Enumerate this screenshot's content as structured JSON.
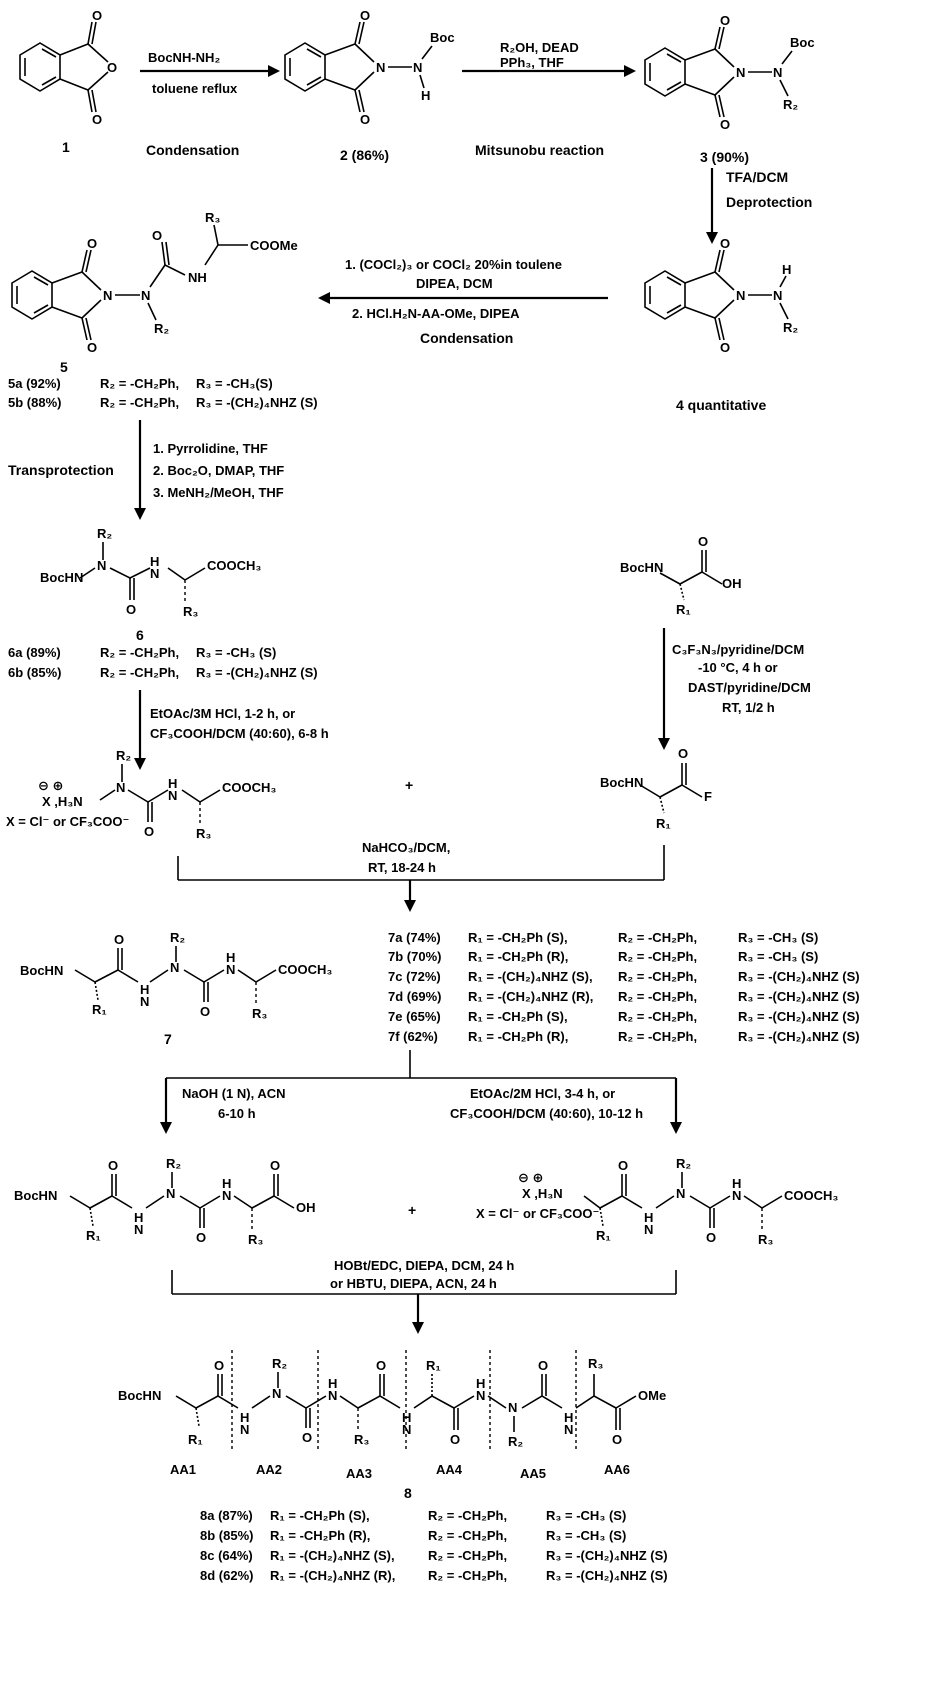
{
  "compounds": {
    "c1": "1",
    "c2": "2  (86%)",
    "c3": "3  (90%)",
    "c4": "4 quantitative",
    "c5": "5",
    "c6": "6",
    "c7": "7",
    "c8": "8"
  },
  "steps": {
    "s1_top": "BocNH-NH₂",
    "s1_bottom": "toluene reflux",
    "s1_name": "Condensation",
    "s2_top1": "R₂OH, DEAD",
    "s2_top2": "PPh₃, THF",
    "s2_name": "Mitsunobu reaction",
    "s3_line1": "TFA/DCM",
    "s3_line2": "Deprotection",
    "s4_line1": "1. (COCl₂)₃ or COCl₂ 20%in toulene",
    "s4_line2": "DIPEA, DCM",
    "s4_line3": "2. HCl.H₂N-AA-OMe, DIPEA",
    "s4_line4": "Condensation",
    "s5_name": "Transprotection",
    "s5_line1": "1. Pyrrolidine, THF",
    "s5_line2": "2. Boc₂O, DMAP, THF",
    "s5_line3": "3. MeNH₂/MeOH, THF",
    "s6_line1": "EtOAc/3M HCl, 1-2 h, or",
    "s6_line2": "CF₃COOH/DCM (40:60), 6-8 h",
    "s7_line1": "C₃F₃N₃/pyridine/DCM",
    "s7_line2": "-10 °C, 4 h     or",
    "s7_line3": "DAST/pyridine/DCM",
    "s7_line4": "RT, 1/2 h",
    "s8_line1": "NaHCO₃/DCM,",
    "s8_line2": "RT, 18-24 h",
    "s9_line1": "NaOH (1 N), ACN",
    "s9_line2": "6-10 h",
    "s10_line1": "EtOAc/2M HCl, 3-4 h, or",
    "s10_line2": "CF₃COOH/DCM (40:60), 10-12 h",
    "s11_line1": "HOBt/EDC, DIEPA, DCM, 24 h",
    "s11_line2": "or HBTU, DIEPA, ACN, 24 h",
    "plus": "+"
  },
  "table5": [
    {
      "id": "5a  (92%)",
      "r2": "R₂ = -CH₂Ph,",
      "r3": "R₃ = -CH₃(S)"
    },
    {
      "id": "5b  (88%)",
      "r2": "R₂ = -CH₂Ph,",
      "r3": "R₃ = -(CH₂)₄NHZ (S)"
    }
  ],
  "table6": [
    {
      "id": "6a  (89%)",
      "r2": "R₂ = -CH₂Ph,",
      "r3": "R₃ = -CH₃ (S)"
    },
    {
      "id": "6b  (85%)",
      "r2": "R₂ = -CH₂Ph,",
      "r3": "R₃ = -(CH₂)₄NHZ (S)"
    }
  ],
  "table7": [
    {
      "id": "7a  (74%)",
      "r1": "R₁ = -CH₂Ph (S),",
      "r2": "R₂ = -CH₂Ph,",
      "r3": "R₃ = -CH₃ (S)"
    },
    {
      "id": "7b  (70%)",
      "r1": "R₁ = -CH₂Ph (R),",
      "r2": "R₂ = -CH₂Ph,",
      "r3": "R₃ = -CH₃ (S)"
    },
    {
      "id": "7c  (72%)",
      "r1": "R₁ = -(CH₂)₄NHZ (S),",
      "r2": "R₂ = -CH₂Ph,",
      "r3": "R₃ = -(CH₂)₄NHZ (S)"
    },
    {
      "id": "7d  (69%)",
      "r1": "R₁ = -(CH₂)₄NHZ (R),",
      "r2": "R₂ = -CH₂Ph,",
      "r3": "R₃ = -(CH₂)₄NHZ (S)"
    },
    {
      "id": "7e  (65%)",
      "r1": "R₁ = -CH₂Ph (S),",
      "r2": "R₂ = -CH₂Ph,",
      "r3": "R₃ = -(CH₂)₄NHZ (S)"
    },
    {
      "id": "7f  (62%)",
      "r1": "R₁ = -CH₂Ph (R),",
      "r2": "R₂ = -CH₂Ph,",
      "r3": "R₃ = -(CH₂)₄NHZ (S)"
    }
  ],
  "table8": [
    {
      "id": "8a (87%)",
      "r1": "R₁ = -CH₂Ph (S),",
      "r2": "R₂ = -CH₂Ph,",
      "r3": "R₃ = -CH₃ (S)"
    },
    {
      "id": "8b (85%)",
      "r1": "R₁ = -CH₂Ph (R),",
      "r2": "R₂ = -CH₂Ph,",
      "r3": "R₃ = -CH₃ (S)"
    },
    {
      "id": "8c (64%)",
      "r1": "R₁ = -(CH₂)₄NHZ (S),",
      "r2": "R₂ = -CH₂Ph,",
      "r3": "R₃ = -(CH₂)₄NHZ (S)"
    },
    {
      "id": "8d (62%)",
      "r1": "R₁ = -(CH₂)₄NHZ (R),",
      "r2": "R₂ = -CH₂Ph,",
      "r3": "R₃ = -(CH₂)₄NHZ (S)"
    }
  ],
  "residues": [
    "AA1",
    "AA2",
    "AA3",
    "AA4",
    "AA5",
    "AA6"
  ],
  "atoms": {
    "O": "O",
    "N": "N",
    "H": "H",
    "NH": "NH",
    "HN": "HN",
    "OH": "OH",
    "F": "F",
    "Boc": "Boc",
    "BocHN": "BocHN",
    "R1": "R₁",
    "R2": "R₂",
    "R3": "R₃",
    "COOMe": "COOMe",
    "COOCH3": "COOCH₃",
    "OMe": "OMe",
    "H3N": "⊖ ⊕",
    "X_H3N": "X ,H₃N",
    "X_line": "X = Cl⁻ or CF₃COO⁻"
  }
}
